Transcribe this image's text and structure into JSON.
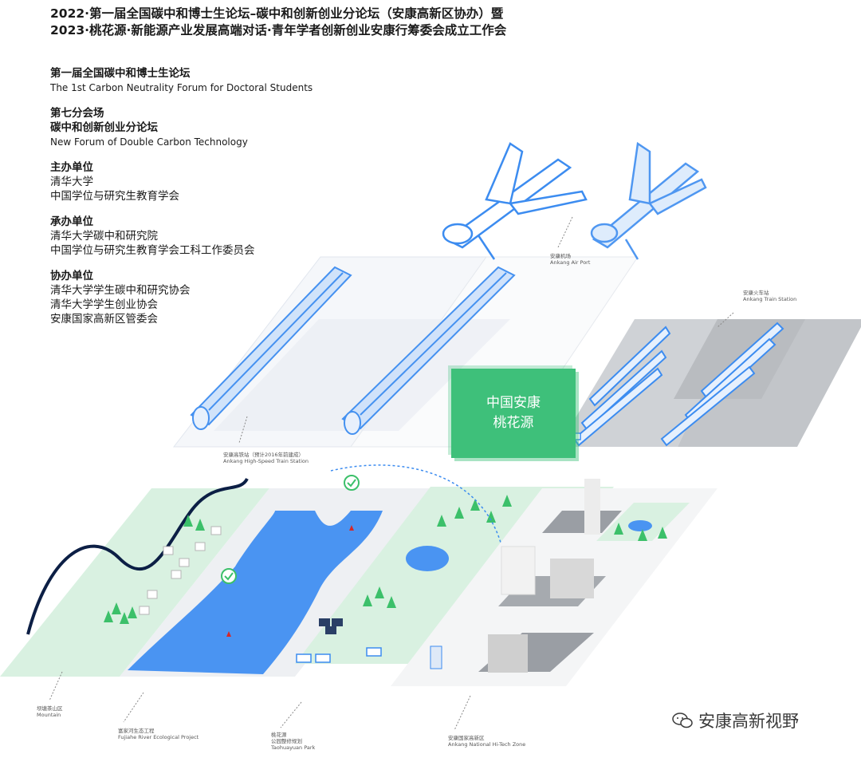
{
  "header": {
    "line1": "2022·第一届全国碳中和博士生论坛–碳中和创新创业分论坛（安康高新区协办）暨",
    "line2": "2023·桃花源·新能源产业发展高端对话·青年学者创新创业安康行筹委会成立工作会"
  },
  "forum": {
    "title_cn": "第一届全国碳中和博士生论坛",
    "title_en": "The 1st Carbon Neutrality Forum for Doctoral Students"
  },
  "subforum": {
    "title1": "第七分会场",
    "title2": "碳中和创新创业分论坛",
    "title_en": "New Forum of Double Carbon Technology"
  },
  "organizer": {
    "title": "主办单位",
    "items": [
      "清华大学",
      "中国学位与研究生教育学会"
    ]
  },
  "undertaker": {
    "title": "承办单位",
    "items": [
      "清华大学碳中和研究院",
      "中国学位与研究生教育学会工科工作委员会"
    ]
  },
  "coorganizer": {
    "title": "协办单位",
    "items": [
      "清华大学学生碳中和研究协会",
      "清华大学学生创业协会",
      "安康国家高新区管委会"
    ]
  },
  "map": {
    "center_line1": "中国安康",
    "center_line2": "桃花源",
    "airport_cn": "安康机场",
    "airport_en": "Ankang Air Port",
    "train_cn": "安康火车站",
    "train_en": "Ankang Train Station",
    "hsr_cn": "安康高铁站（预计2016年前建成）",
    "hsr_en": "Ankang High-Speed Train Station",
    "mountain_cn": "坝塘茶山区",
    "mountain_en": "Mountain",
    "river_cn": "富家河生态工程",
    "river_en": "Fujiahe River Ecological Project",
    "park_cn1": "桃花源",
    "park_cn2": "公园整修规划",
    "park_en": "Taohuayuan Park",
    "zone_cn": "安康国家高新区",
    "zone_en": "Ankang National Hi-Tech Zone"
  },
  "watermark": {
    "text": "安康高新视野"
  },
  "colors": {
    "green": "#3ec07a",
    "blue": "#3c8cf0",
    "light_green": "#d9f1e1",
    "gray": "#b3b3b3",
    "navy": "#0c1f45"
  }
}
